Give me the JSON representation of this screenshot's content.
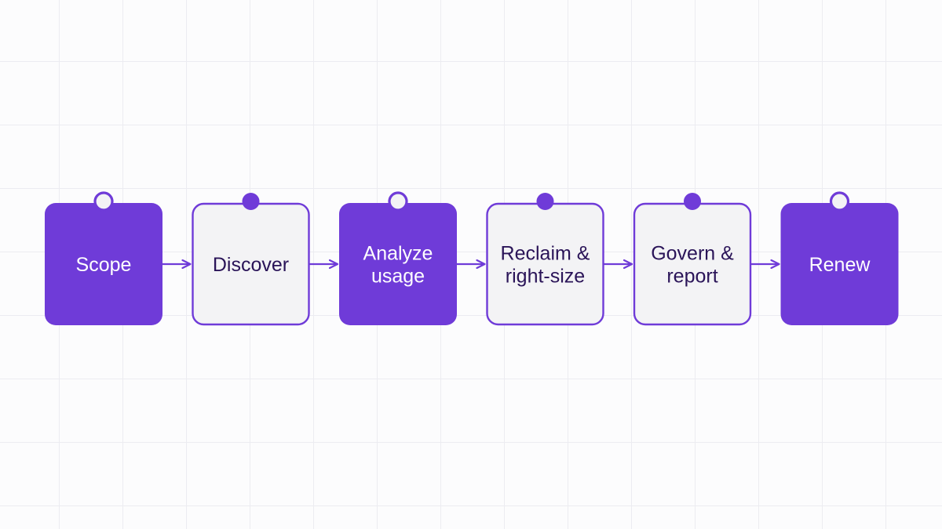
{
  "colors": {
    "accent": "#6f3bd8",
    "light_fill": "#f3f3f5",
    "light_text": "#2a1458",
    "dark_text": "#ffffff",
    "connector": "#6f3bd8",
    "background": "#fcfcfd"
  },
  "steps": [
    {
      "lines": [
        "Scope"
      ],
      "style": "filled",
      "pin": "hollow"
    },
    {
      "lines": [
        "Discover"
      ],
      "style": "outlined",
      "pin": "solid"
    },
    {
      "lines": [
        "Analyze",
        "usage"
      ],
      "style": "filled",
      "pin": "hollow"
    },
    {
      "lines": [
        "Reclaim &",
        "right-size"
      ],
      "style": "outlined",
      "pin": "solid"
    },
    {
      "lines": [
        "Govern &",
        "report"
      ],
      "style": "outlined",
      "pin": "solid"
    },
    {
      "lines": [
        "Renew"
      ],
      "style": "filled",
      "pin": "hollow"
    }
  ]
}
